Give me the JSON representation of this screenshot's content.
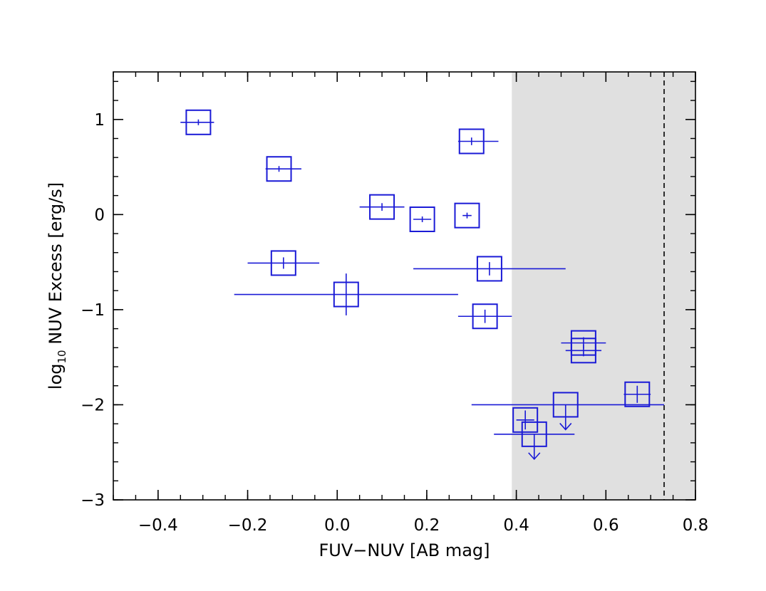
{
  "chart_data": {
    "type": "scatter",
    "xlabel": "FUV−NUV [AB mag]",
    "ylabel": {
      "prefix": "log",
      "subscript": "10",
      "suffix": " NUV Excess [erg/s]"
    },
    "xlim": [
      -0.5,
      0.8
    ],
    "ylim": [
      -3,
      1.5
    ],
    "xticks": [
      {
        "value": -0.4,
        "label": "−0.4"
      },
      {
        "value": -0.2,
        "label": "−0.2"
      },
      {
        "value": 0.0,
        "label": "0.0"
      },
      {
        "value": 0.2,
        "label": "0.2"
      },
      {
        "value": 0.4,
        "label": "0.4"
      },
      {
        "value": 0.6,
        "label": "0.6"
      },
      {
        "value": 0.8,
        "label": "0.8"
      }
    ],
    "yticks": [
      {
        "value": -3,
        "label": "−3"
      },
      {
        "value": -2,
        "label": "−2"
      },
      {
        "value": -1,
        "label": "−1"
      },
      {
        "value": 0,
        "label": "0"
      },
      {
        "value": 1,
        "label": "1"
      }
    ],
    "x_minor_step": 0.05,
    "y_minor_step": 0.2,
    "grid": false,
    "shaded_region": {
      "x_from": 0.39,
      "x_to": 0.8,
      "color": "#e0e0e0"
    },
    "vertical_dashed_line": {
      "x": 0.73,
      "color": "#000000"
    },
    "marker": "open-square",
    "color": "#1a1ad6",
    "points": [
      {
        "x": -0.31,
        "y": 0.97,
        "xerr": [
          0.04,
          0.035
        ],
        "yerr": 0.03,
        "upper_limit": false
      },
      {
        "x": -0.13,
        "y": 0.48,
        "xerr": [
          0.03,
          0.05
        ],
        "yerr": 0.03,
        "upper_limit": false
      },
      {
        "x": 0.3,
        "y": 0.77,
        "xerr": [
          0.03,
          0.06
        ],
        "yerr": 0.04,
        "upper_limit": false
      },
      {
        "x": 0.1,
        "y": 0.08,
        "xerr": [
          0.05,
          0.05
        ],
        "yerr": 0.04,
        "upper_limit": false
      },
      {
        "x": 0.19,
        "y": -0.05,
        "xerr": [
          0.02,
          0.02
        ],
        "yerr": 0.03,
        "upper_limit": false
      },
      {
        "x": 0.29,
        "y": -0.01,
        "xerr": [
          0.01,
          0.01
        ],
        "yerr": 0.03,
        "upper_limit": false
      },
      {
        "x": -0.12,
        "y": -0.51,
        "xerr": [
          0.08,
          0.08
        ],
        "yerr": 0.06,
        "upper_limit": false
      },
      {
        "x": 0.34,
        "y": -0.57,
        "xerr": [
          0.17,
          0.17
        ],
        "yerr": 0.07,
        "upper_limit": false
      },
      {
        "x": 0.02,
        "y": -0.84,
        "xerr": [
          0.25,
          0.25
        ],
        "yerr": 0.22,
        "upper_limit": false
      },
      {
        "x": 0.33,
        "y": -1.07,
        "xerr": [
          0.06,
          0.06
        ],
        "yerr": 0.07,
        "upper_limit": false
      },
      {
        "x": 0.55,
        "y": -1.35,
        "xerr": [
          0.05,
          0.05
        ],
        "yerr": 0.06,
        "upper_limit": false
      },
      {
        "x": 0.55,
        "y": -1.43,
        "xerr": [
          0.04,
          0.04
        ],
        "yerr": 0.06,
        "upper_limit": false
      },
      {
        "x": 0.67,
        "y": -1.89,
        "xerr": [
          0.03,
          0.03
        ],
        "yerr": 0.09,
        "upper_limit": false
      },
      {
        "x": 0.51,
        "y": -2.0,
        "xerr": [
          0.21,
          0.22
        ],
        "yerr": 0,
        "upper_limit": true
      },
      {
        "x": 0.42,
        "y": -2.16,
        "xerr": [
          0.02,
          0.02
        ],
        "yerr": 0.1,
        "upper_limit": false
      },
      {
        "x": 0.44,
        "y": -2.31,
        "xerr": [
          0.09,
          0.09
        ],
        "yerr": 0,
        "upper_limit": true
      }
    ]
  }
}
